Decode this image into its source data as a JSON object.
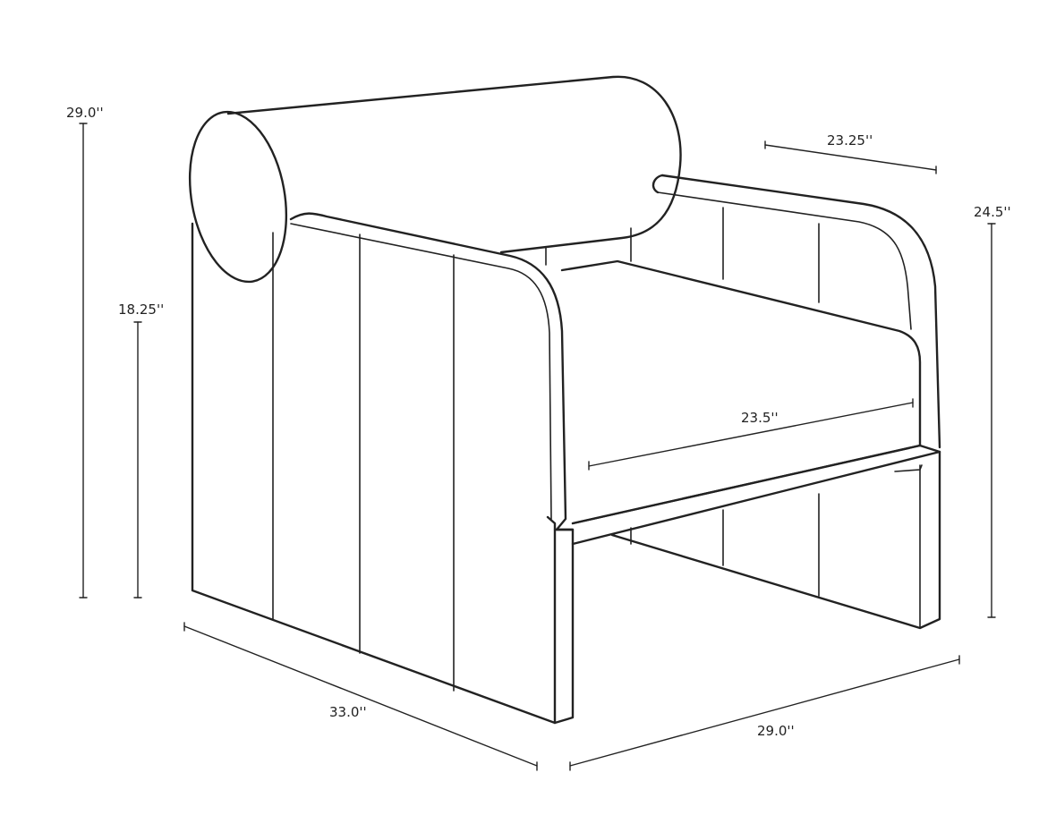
{
  "dimensions": {
    "overall_height": "29.0''",
    "seat_height": "18.25''",
    "arm_height": "24.5''",
    "inner_depth": "23.25''",
    "seat_width": "23.5''",
    "overall_width": "33.0''",
    "overall_depth": "29.0''"
  },
  "colors": {
    "line": "#222222",
    "background": "#ffffff"
  }
}
